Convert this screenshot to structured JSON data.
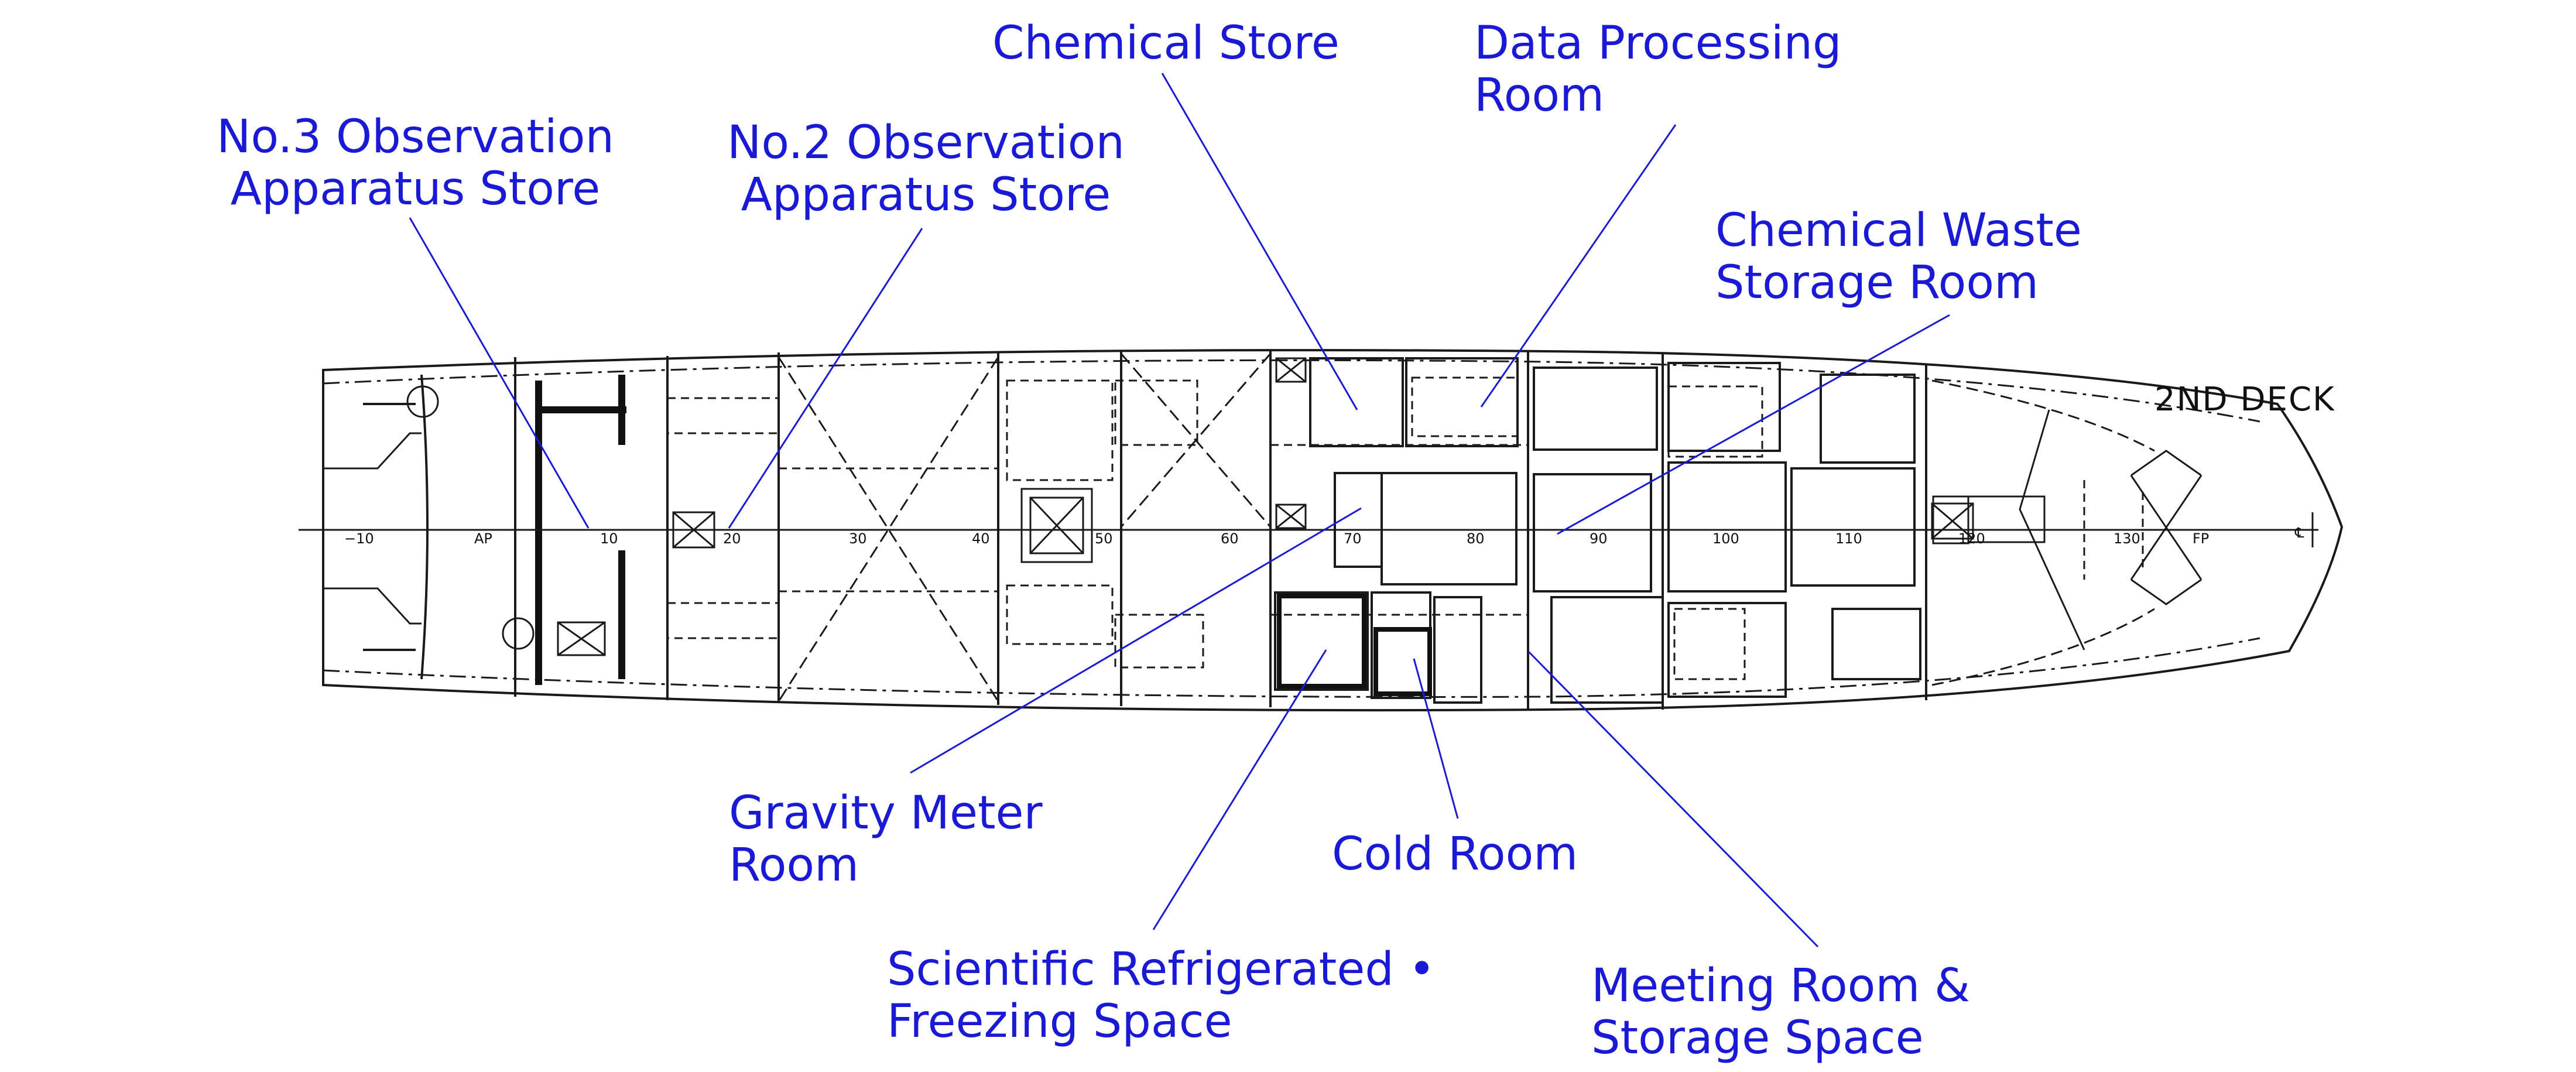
{
  "deck_title": "2ND DECK",
  "centerline_symbol": "℄",
  "frame_labels": {
    "m10": "−10",
    "ap": "AP",
    "f10": "10",
    "f20": "20",
    "f30": "30",
    "f40": "40",
    "f50": "50",
    "f60": "60",
    "f70": "70",
    "f80": "80",
    "f90": "90",
    "f100": "100",
    "f110": "110",
    "f120": "120",
    "f130": "130",
    "fp": "FP"
  },
  "labels": {
    "no3_store": {
      "line1": "No.3 Observation",
      "line2": "Apparatus Store"
    },
    "no2_store": {
      "line1": "No.2 Observation",
      "line2": "Apparatus Store"
    },
    "chemical_store": {
      "line1": "Chemical Store"
    },
    "data_processing": {
      "line1": "Data Processing",
      "line2": "Room"
    },
    "chemical_waste": {
      "line1": "Chemical Waste",
      "line2": "Storage Room"
    },
    "gravity_meter": {
      "line1": "Gravity Meter",
      "line2": "Room"
    },
    "cold_room": {
      "line1": "Cold Room"
    },
    "refrigerated": {
      "line1": "Scientific Refrigerated •",
      "line2": "Freezing   Space"
    },
    "meeting_room": {
      "line1": "Meeting Room &",
      "line2": "Storage   Space"
    }
  },
  "colors": {
    "label": "#1a1ad6",
    "leader": "#1a1ad6",
    "drawing": "#1a1a1a",
    "background": "#ffffff"
  }
}
